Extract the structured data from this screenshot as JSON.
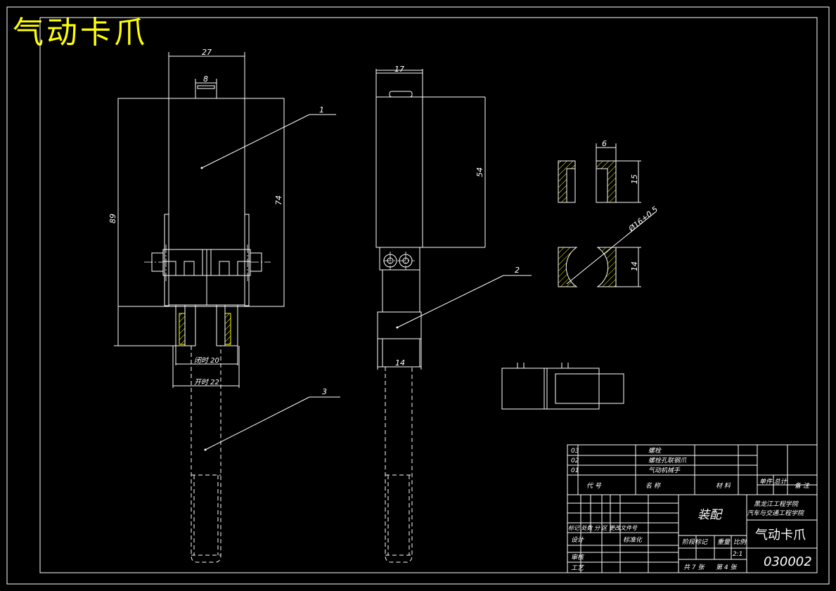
{
  "title": "气动卡爪",
  "dimensions": {
    "d27": "27",
    "d8": "8",
    "d89": "89",
    "d74": "74",
    "d_close": "闭时 20",
    "d_open": "开时 22",
    "d17": "17",
    "d54": "54",
    "d14": "14",
    "d6": "6",
    "d15": "15",
    "d14b": "14",
    "d_dia": "Ø16+0.5"
  },
  "leaders": [
    "1",
    "2",
    "3"
  ],
  "parts": [
    {
      "code": "03",
      "name": "螺栓"
    },
    {
      "code": "02",
      "name": "螺栓孔联钢爪"
    },
    {
      "code": "01",
      "name": "气动机械手"
    }
  ],
  "headers": {
    "code": "代 号",
    "name": "名 称",
    "material": "材 料",
    "unit_total": "单件 总计",
    "remark": "备 注"
  },
  "title_block": {
    "assembly": "装配",
    "school_1": "黑龙江工程学院",
    "school_2": "汽车与交通工程学院",
    "drawing_title": "气动卡爪",
    "drawing_no": "030002",
    "revision_row": "标记 处数 分 区 更改文件号",
    "design": "设计",
    "standard": "标准化",
    "stage": "阶段标记",
    "weight": "重量",
    "scale_label": "比例",
    "scale": "2:1",
    "review": "审核",
    "craft": "工艺",
    "sheets": "共 7 张",
    "sheet": "第 4 张"
  }
}
